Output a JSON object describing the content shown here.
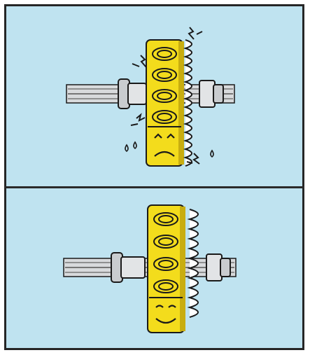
{
  "colors": {
    "panel_background": "#bfe3f0",
    "frame": "#262626",
    "spacer": "#f3dc1c",
    "spacer_shadow": "#c8ad10",
    "metal": "#c9cccf",
    "outline": "#1a1a1a"
  },
  "panels": [
    {
      "name": "stressed-assembly",
      "face": "frown"
    },
    {
      "name": "relaxed-assembly",
      "face": "smile"
    }
  ]
}
